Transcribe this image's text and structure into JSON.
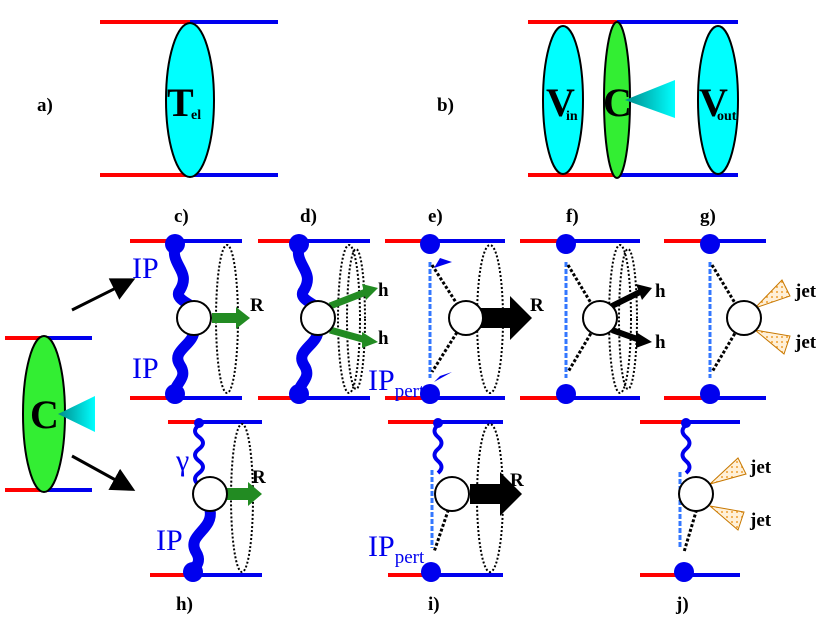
{
  "labels": {
    "a": "a)",
    "b": "b)",
    "c": "c)",
    "d": "d)",
    "e": "e)",
    "f": "f)",
    "g": "g)",
    "h": "h)",
    "i": "i)",
    "j": "j)"
  },
  "blobs": {
    "t_main": "T",
    "t_sub": "el",
    "v_main": "V",
    "vin_sub": "in",
    "vout_sub": "out",
    "c": "C"
  },
  "particles": {
    "r": "R",
    "h": "h",
    "jet": "jet",
    "gamma": "γ"
  },
  "pomeron": {
    "ip": "IP",
    "pert_sub": "pert"
  },
  "colors": {
    "red": "#ff0000",
    "blue": "#0000ee",
    "cyan": "#00ffff",
    "green": "#33ee33",
    "arrow_green": "#228b22"
  }
}
